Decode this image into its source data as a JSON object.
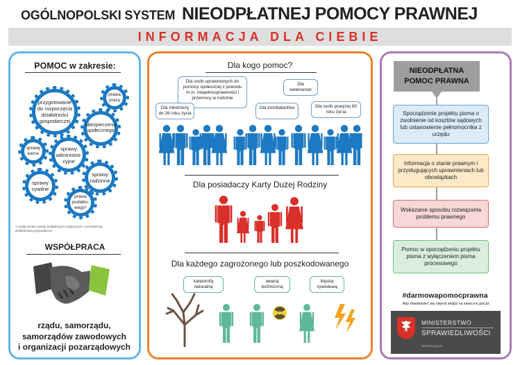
{
  "header": {
    "title_left": "OGÓLNOPOLSKI SYSTEM",
    "title_right": "NIEODPŁATNEJ POMOCY PRAWNEJ",
    "banner": "INFORMACJA DLA CIEBIE"
  },
  "left": {
    "heading": "POMOC w zakresie:",
    "gears": [
      "przygotowanie do rozpoczęcia działalności gospodarczej",
      "prawa pracy",
      "ubezpieczenia społecznego",
      "sprawy karne",
      "sprawy administra-cyjne",
      "sprawy cywilne",
      "sprawy rodzinne",
      "prawa podatko-wego*"
    ],
    "footnote": "*z wyłączeniem spraw podatkowych związanych z prowadzoną działalnością gospodarczą",
    "coop_heading": "WSPÓŁPRACA",
    "coop_lines": [
      "rządu, samorządu,",
      "samorządów zawodowych",
      "i organizacji pozarządowych"
    ]
  },
  "middle": {
    "heading": "Dla kogo pomoc?",
    "bubbles": [
      "Dla osób uprawnionych do pomocy społecznej z powodu m.in. niepełnosprawności i przemocy w rodzinie",
      "Dla weteranów",
      "Dla młodzieży do 26 roku życia",
      "Dla kombatantów",
      "Dla osób powyżej 65 roku życia"
    ],
    "kdr_heading": "Dla posiadaczy Karty Dużej Rodziny",
    "risk_heading": "Dla każdego zagrożonego lub poszkodowanego",
    "risks": [
      "katastrofą naturalną",
      "awarią techniczną",
      "klęską żywiołową"
    ]
  },
  "right": {
    "title_line1": "NIEODPŁATNA",
    "title_line2": "POMOC PRAWNA",
    "steps": [
      "Sporządzenie projektu pisma o zwolnienie od kosztów sądowych lub ustanowienie pełnomocnika z urzędu",
      "Informacja o stanie prawnym i przysługujących uprawnieniach lub obowiązkach",
      "Wskazanie sposobu rozwiązania problemu prawnego",
      "Pomoc w sporządzeniu projektu pisma z wyłączeniem pisma procesowego"
    ],
    "hashtag": "#darmowapomocprawna",
    "more": "Aby dowiedzieć się więcej wejdź na www.ms.gov.pl",
    "ministry_line1": "MINISTERSTWO",
    "ministry_line2": "SPRAWIEDLIWOŚCI",
    "ministry_url": "www.ms.gov.pl"
  },
  "colors": {
    "blue": "#1d79c1",
    "orange": "#e8822a",
    "purple": "#a67bb5",
    "red": "#d9302a",
    "family_red": "#d9302a",
    "green_person": "#5fb89a"
  }
}
